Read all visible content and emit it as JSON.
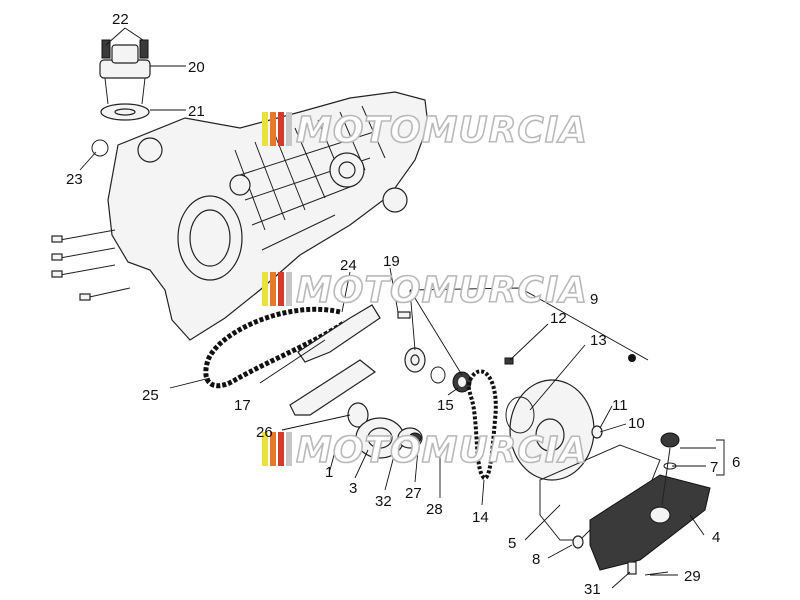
{
  "watermark": {
    "text": "MOTOMURCIA",
    "stripe_colors": [
      "#e8e23a",
      "#e67a2a",
      "#d33b2a",
      "#c7c7c7"
    ]
  },
  "callouts": [
    "22",
    "20",
    "21",
    "23",
    "24",
    "19",
    "9",
    "12",
    "13",
    "25",
    "17",
    "15",
    "11",
    "10",
    "26",
    "1",
    "3",
    "32",
    "27",
    "28",
    "14",
    "6",
    "7",
    "5",
    "4",
    "8",
    "31",
    "29"
  ],
  "icons": [
    "engine-crankcase-icon",
    "timing-chain-icon",
    "chain-tensioner-icon",
    "oil-pump-icon",
    "oil-sump-icon",
    "dipstick-icon"
  ]
}
